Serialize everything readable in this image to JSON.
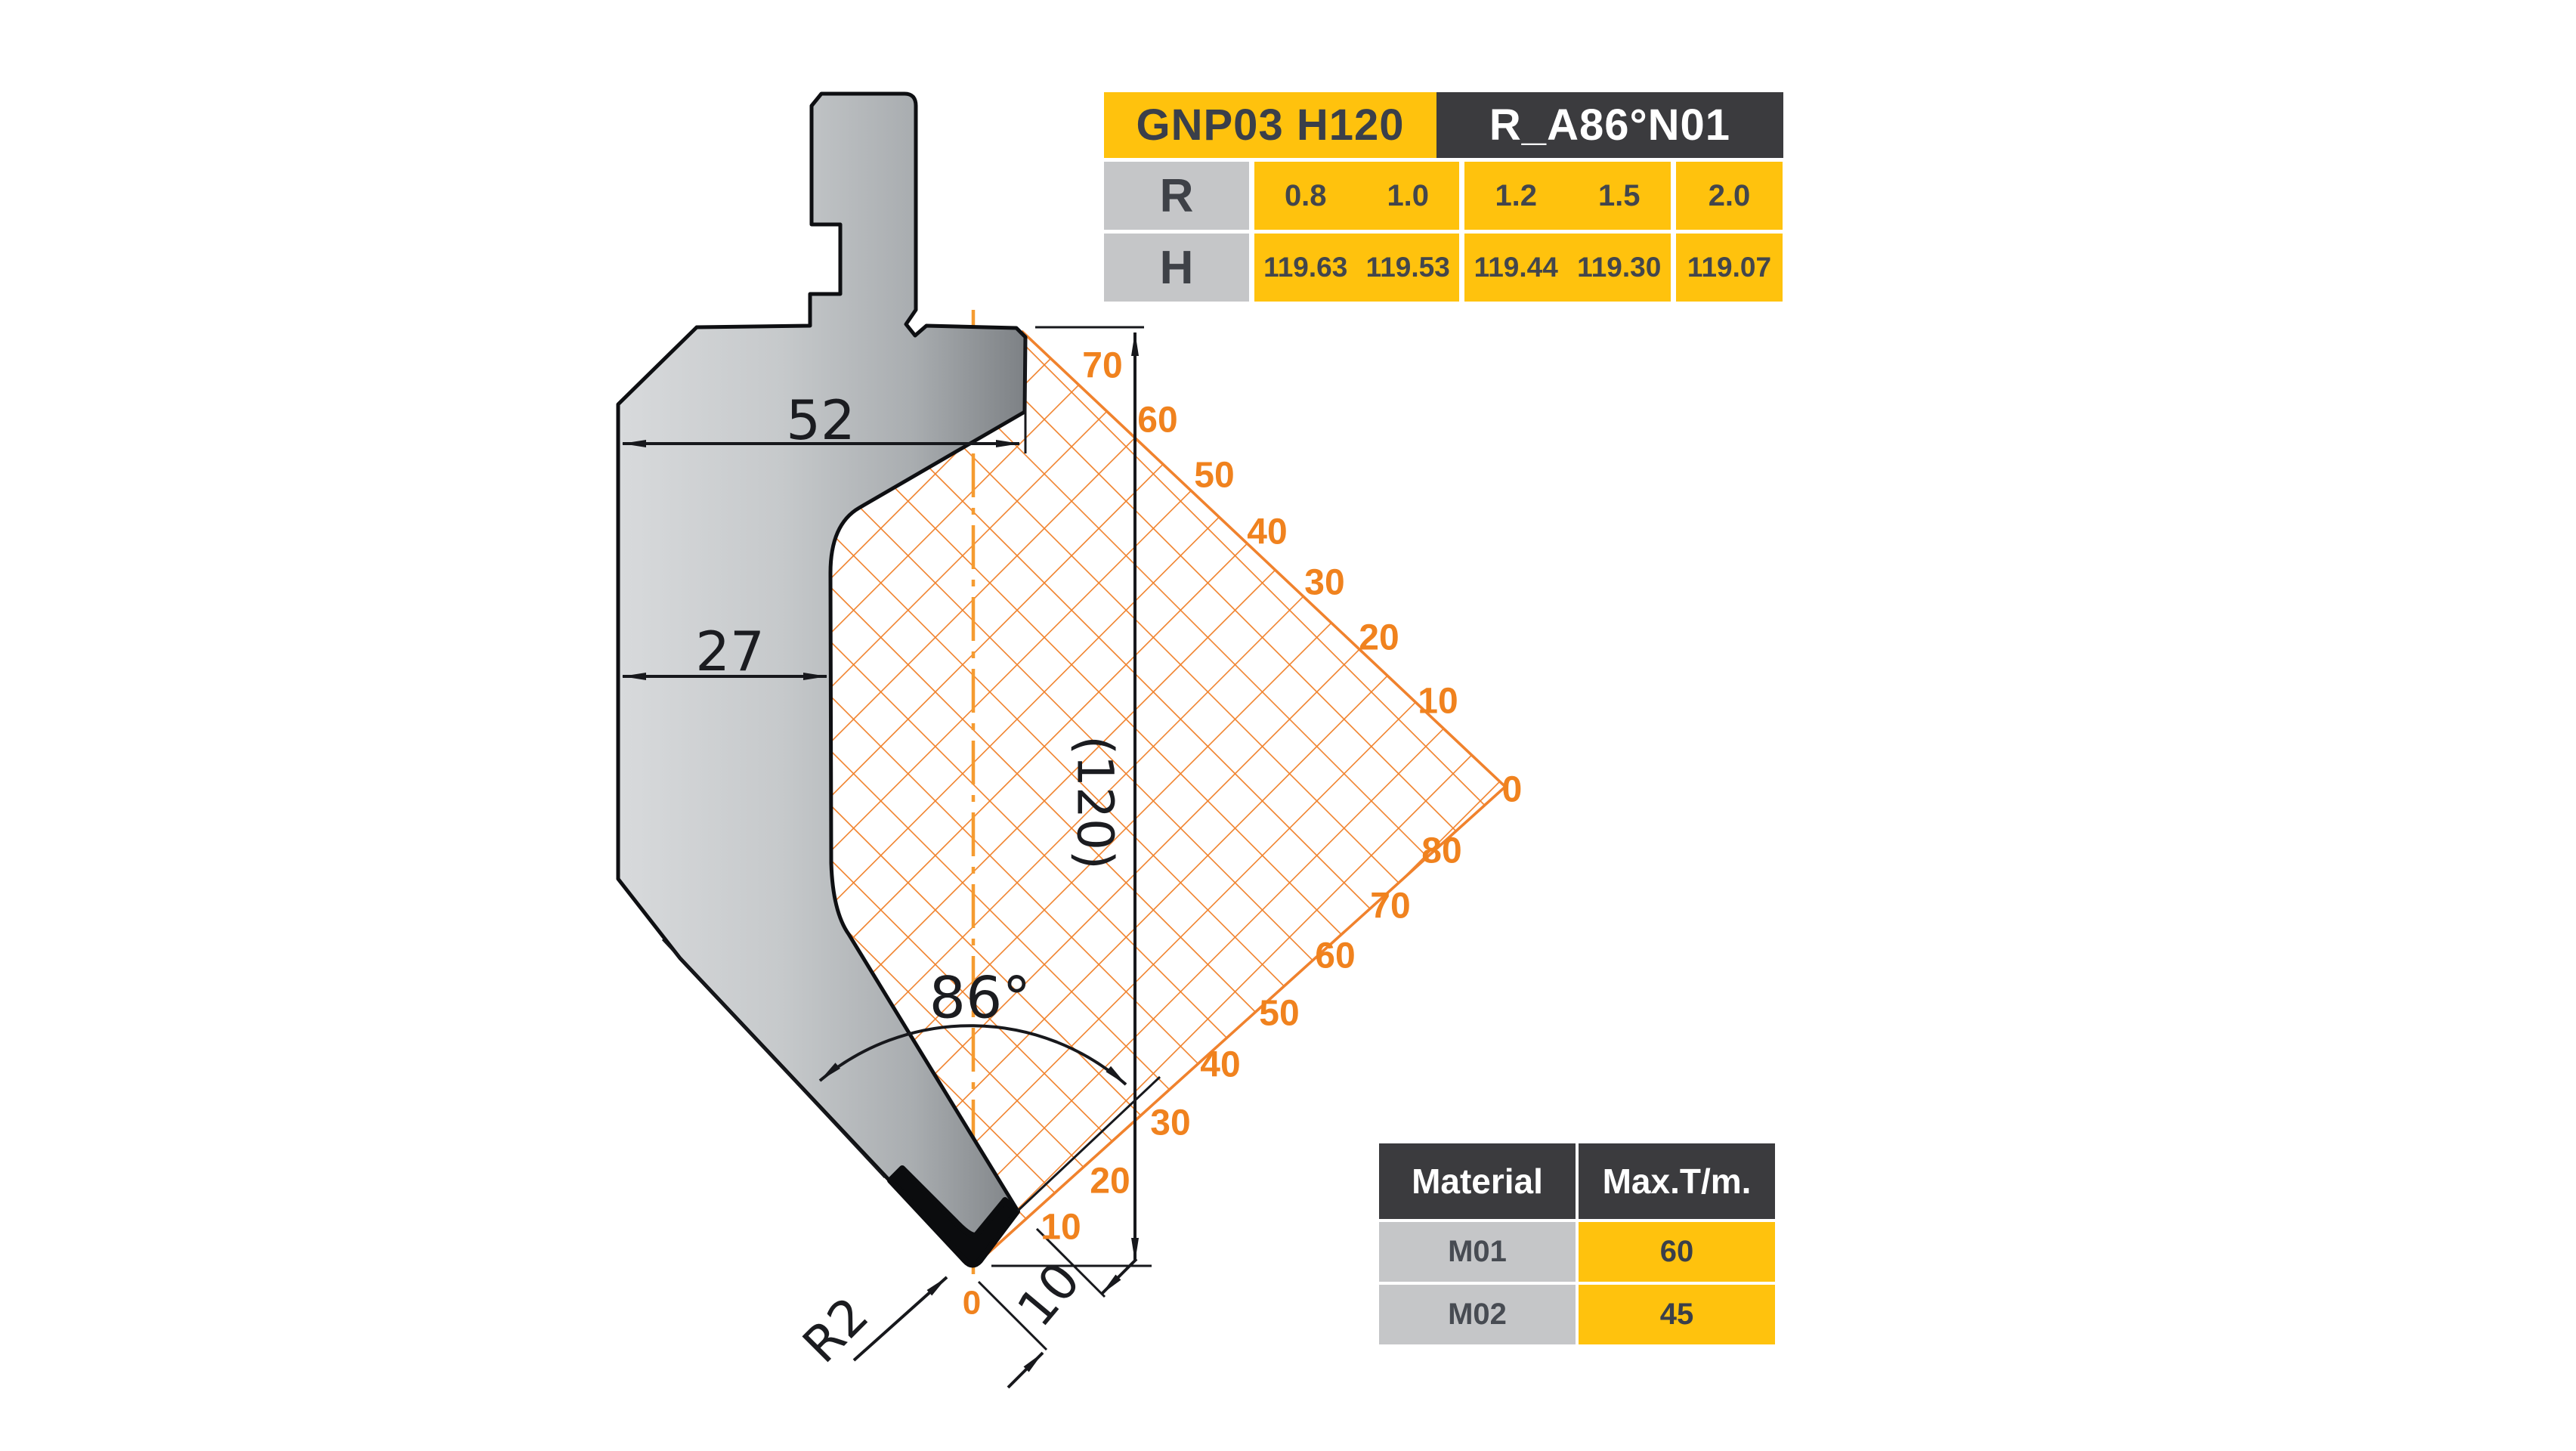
{
  "colors": {
    "hatch_orange": "#F0822D",
    "label_orange": "#F0821E",
    "centerline_orange": "#F59B30",
    "table_yellow": "#FFC20D",
    "table_dark": "#3B3B3E",
    "table_gray": "#C5C6C8",
    "steel_light": "#D8DADC",
    "steel_dark": "#7C8084",
    "ink": "#17181C"
  },
  "drawing": {
    "dim_width": "52",
    "dim_neck": "27",
    "dim_height": "(120)",
    "dim_angle": "86°",
    "dim_radius": "R2",
    "dim_tip": "10",
    "scale_upper": [
      "70",
      "60",
      "50",
      "40",
      "30",
      "20",
      "10"
    ],
    "scale_corner": "0",
    "scale_lower": [
      "80",
      "70",
      "60",
      "50",
      "40",
      "30",
      "20",
      "10"
    ],
    "scale_tip": "0"
  },
  "spec_table": {
    "model": "GNP03 H120",
    "code": "R_A86°N01",
    "row_r_label": "R",
    "row_h_label": "H",
    "r_values": [
      "0.8",
      "1.0",
      "1.2",
      "1.5",
      "2.0"
    ],
    "h_values": [
      "119.63",
      "119.53",
      "119.44",
      "119.30",
      "119.07"
    ]
  },
  "material_table": {
    "col_material": "Material",
    "col_max": "Max.T/m.",
    "rows": [
      {
        "material": "M01",
        "max": "60"
      },
      {
        "material": "M02",
        "max": "45"
      }
    ]
  }
}
